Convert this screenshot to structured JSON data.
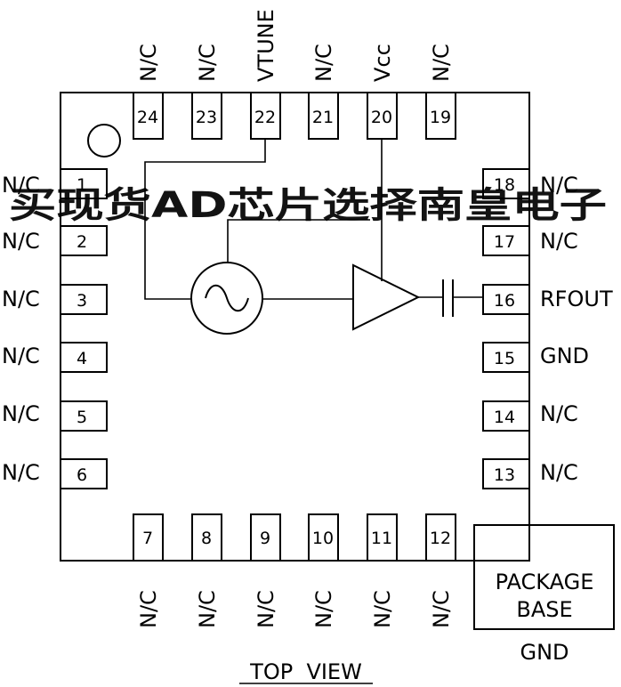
{
  "pins": {
    "left": [
      {
        "num": "1",
        "label": "N/C"
      },
      {
        "num": "2",
        "label": "N/C"
      },
      {
        "num": "3",
        "label": "N/C"
      },
      {
        "num": "4",
        "label": "N/C"
      },
      {
        "num": "5",
        "label": "N/C"
      },
      {
        "num": "6",
        "label": "N/C"
      }
    ],
    "bottom": [
      {
        "num": "7",
        "label": "N/C"
      },
      {
        "num": "8",
        "label": "N/C"
      },
      {
        "num": "9",
        "label": "N/C"
      },
      {
        "num": "10",
        "label": "N/C"
      },
      {
        "num": "11",
        "label": "N/C"
      },
      {
        "num": "12",
        "label": "N/C"
      }
    ],
    "right": [
      {
        "num": "13",
        "label": "N/C"
      },
      {
        "num": "14",
        "label": "N/C"
      },
      {
        "num": "15",
        "label": "GND"
      },
      {
        "num": "16",
        "label": "RFOUT"
      },
      {
        "num": "17",
        "label": "N/C"
      },
      {
        "num": "18",
        "label": "N/C"
      }
    ],
    "top": [
      {
        "num": "19",
        "label": "N/C"
      },
      {
        "num": "20",
        "label": "Vcc"
      },
      {
        "num": "21",
        "label": "N/C"
      },
      {
        "num": "22",
        "label": "VTUNE"
      },
      {
        "num": "23",
        "label": "N/C"
      },
      {
        "num": "24",
        "label": "N/C"
      }
    ]
  },
  "package_base": {
    "line1": "PACKAGE",
    "line2": "BASE",
    "ground": "GND"
  },
  "view_label": "TOP  VIEW",
  "watermark": "买现货AD芯片选择南皇电子",
  "colors": {
    "line": "#000000",
    "watermark": "#f26464"
  }
}
